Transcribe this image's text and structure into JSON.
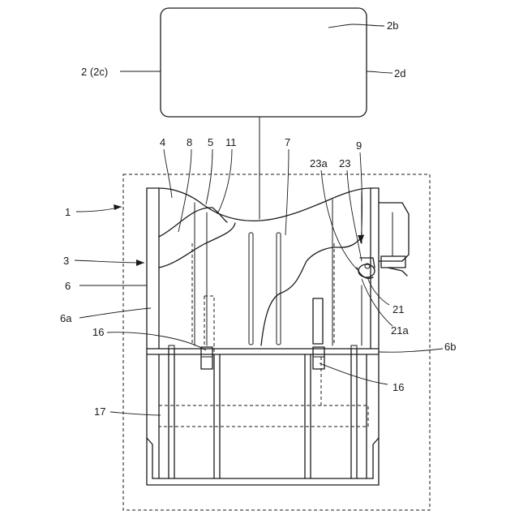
{
  "labels": {
    "l_2b": "2b",
    "l_2": "2 (2c)",
    "l_2d": "2d",
    "l_4": "4",
    "l_8": "8",
    "l_5": "5",
    "l_11": "11",
    "l_7": "7",
    "l_23a": "23a",
    "l_23": "23",
    "l_9": "9",
    "l_1": "1",
    "l_3": "3",
    "l_6": "6",
    "l_6a": "6a",
    "l_21": "21",
    "l_21a": "21a",
    "l_16a": "16",
    "l_6b": "6b",
    "l_16b": "16",
    "l_17": "17"
  }
}
